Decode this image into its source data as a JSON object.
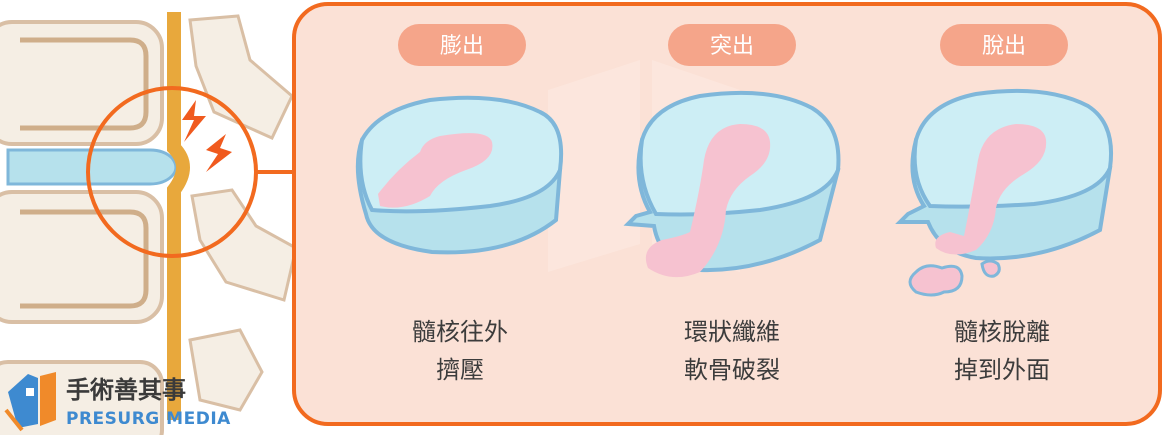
{
  "brand": {
    "name_zh": "手術善其事",
    "name_en": "PRESURG MEDIA"
  },
  "stages": [
    {
      "badge": "膨出",
      "caption_lines": [
        "髓核往外",
        "擠壓"
      ]
    },
    {
      "badge": "突出",
      "caption_lines": [
        "環狀纖維",
        "軟骨破裂"
      ]
    },
    {
      "badge": "脫出",
      "caption_lines": [
        "髓核脫離",
        "掉到外面"
      ]
    }
  ],
  "colors": {
    "panel_bg": "#fbe1d6",
    "panel_border": "#f26a1f",
    "badge_bg": "#f5a58a",
    "annulus_fill": "#b6e1ec",
    "annulus_top": "#cdeef5",
    "annulus_stroke": "#7fb7da",
    "nucleus_fill": "#f6c2d0",
    "bone_fill": "#f5eee4",
    "bone_stroke": "#d9bfa5",
    "nerve": "#e8a83c",
    "pain": "#f05a1e",
    "logo_blue": "#3e8ad0",
    "logo_orange": "#f08a2a"
  }
}
